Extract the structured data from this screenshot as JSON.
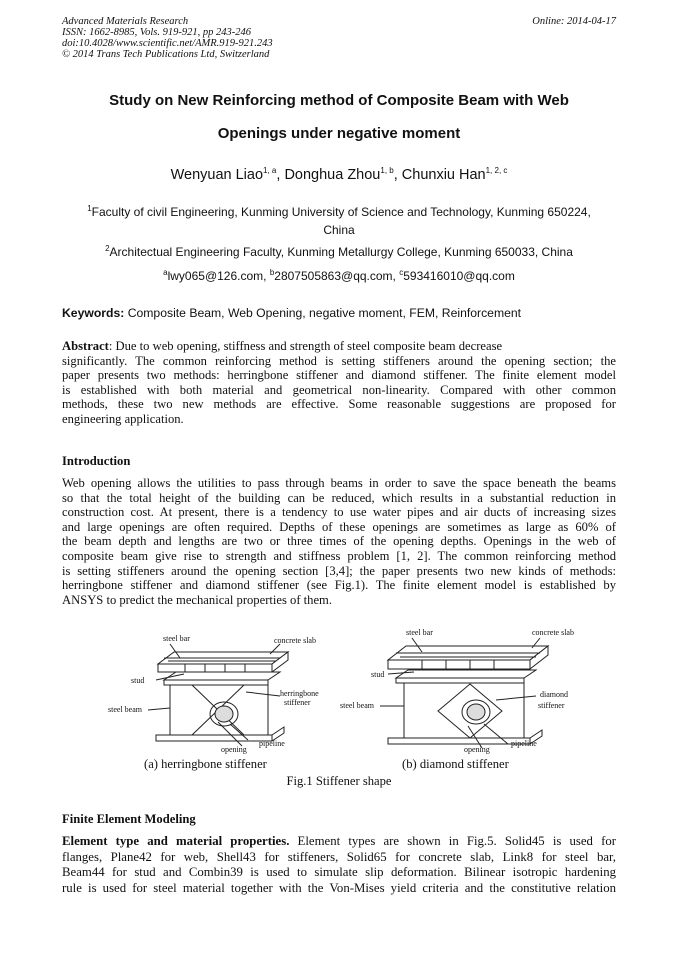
{
  "header": {
    "journal": "Advanced Materials Research",
    "issn": "ISSN: 1662-8985, Vols. 919-921, pp 243-246",
    "doi": "doi:10.4028/www.scientific.net/AMR.919-921.243",
    "copyright": "© 2014 Trans Tech Publications Ltd, Switzerland",
    "online": "Online: 2014-04-17"
  },
  "title": {
    "line1": "Study on New Reinforcing method of Composite Beam with Web",
    "line2": "Openings under negative moment"
  },
  "authors": [
    {
      "name": "Wenyuan Liao",
      "sup": "1, a",
      "sep": ", "
    },
    {
      "name": "Donghua Zhou",
      "sup": "1, b",
      "sep": ", "
    },
    {
      "name": "Chunxiu Han",
      "sup": "1, 2, c",
      "sep": ""
    }
  ],
  "affiliations": {
    "aff1_sup": "1",
    "aff1_line1": "Faculty of civil Engineering, Kunming University of Science and Technology, Kunming 650224,",
    "aff1_line2": "China",
    "aff2_sup": "2",
    "aff2": "Architectual Engineering Faculty, Kunming Metallurgy College, Kunming 650033, China",
    "email_a_sup": "a",
    "email_a": "lwy065@126.com, ",
    "email_b_sup": "b",
    "email_b": "2807505863@qq.com, ",
    "email_c_sup": "c",
    "email_c": "593416010@qq.com"
  },
  "keywords": {
    "label": "Keywords:",
    "text": " Composite Beam, Web Opening, negative moment, FEM, Reinforcement"
  },
  "abstract": {
    "label": "Abstract",
    "lines": [
      ": Due to web opening, stiffness and strength of steel composite beam decrease",
      "significantly. The common reinforcing method is setting stiffeners around the opening section; the",
      "paper presents two methods: herringbone stiffener and diamond stiffener. The finite element model",
      "is established with both material and geometrical non-linearity. Compared with other common",
      "methods, these two new methods are effective. Some reasonable suggestions are proposed for",
      "engineering application."
    ]
  },
  "introduction": {
    "heading": "Introduction",
    "lines": [
      "Web opening allows the utilities to pass through beams in order to save the space beneath the beams",
      "so that the total height of the building can be reduced, which results in a substantial reduction in",
      "construction cost. At present, there is a tendency to use water pipes and air ducts of increasing sizes",
      "and large openings are often required. Depths of these openings are sometimes as large as 60% of",
      "the beam depth and lengths are two or three times of the opening depths. Openings in the web of",
      "composite beam give rise to strength and stiffness problem [1, 2]. The common reinforcing method",
      "is setting stiffeners around the opening section [3,4]; the paper presents two new kinds of methods:",
      "herringbone stiffener and diamond stiffener (see Fig.1). The finite element model is established by",
      "ANSYS to predict the mechanical properties of them."
    ]
  },
  "figure": {
    "left_labels": {
      "steel_bar": "steel bar",
      "concrete_slab": "concrete slab",
      "stud": "stud",
      "herringbone": "herringbone",
      "stiffener": "stiffener",
      "steel_beam": "steel beam",
      "opening": "opening",
      "pipeline": "pipeline"
    },
    "right_labels": {
      "steel_bar": "steel bar",
      "concrete_slab": "concrete slab",
      "stud": "stud",
      "diamond": "diamond",
      "stiffener": "stiffener",
      "steel_beam": "steel beam",
      "opening": "opening",
      "pipeline": "pipeline"
    },
    "subcaption_a": "(a) herringbone stiffener",
    "subcaption_b": "(b) diamond stiffener",
    "caption": "Fig.1 Stiffener shape"
  },
  "fem": {
    "heading": "Finite Element Modeling",
    "sub_label": "Element type and material properties.",
    "lines": [
      " Element types are shown in Fig.5. Solid45 is used for",
      "flanges, Plane42 for web, Shell43 for stiffeners, Solid65 for concrete slab, Link8 for steel bar,",
      "Beam44 for stud and Combin39 is used to simulate slip deformation. Bilinear isotropic hardening",
      "rule is used for steel material together with the Von-Mises yield criteria and the constitutive relation"
    ]
  }
}
